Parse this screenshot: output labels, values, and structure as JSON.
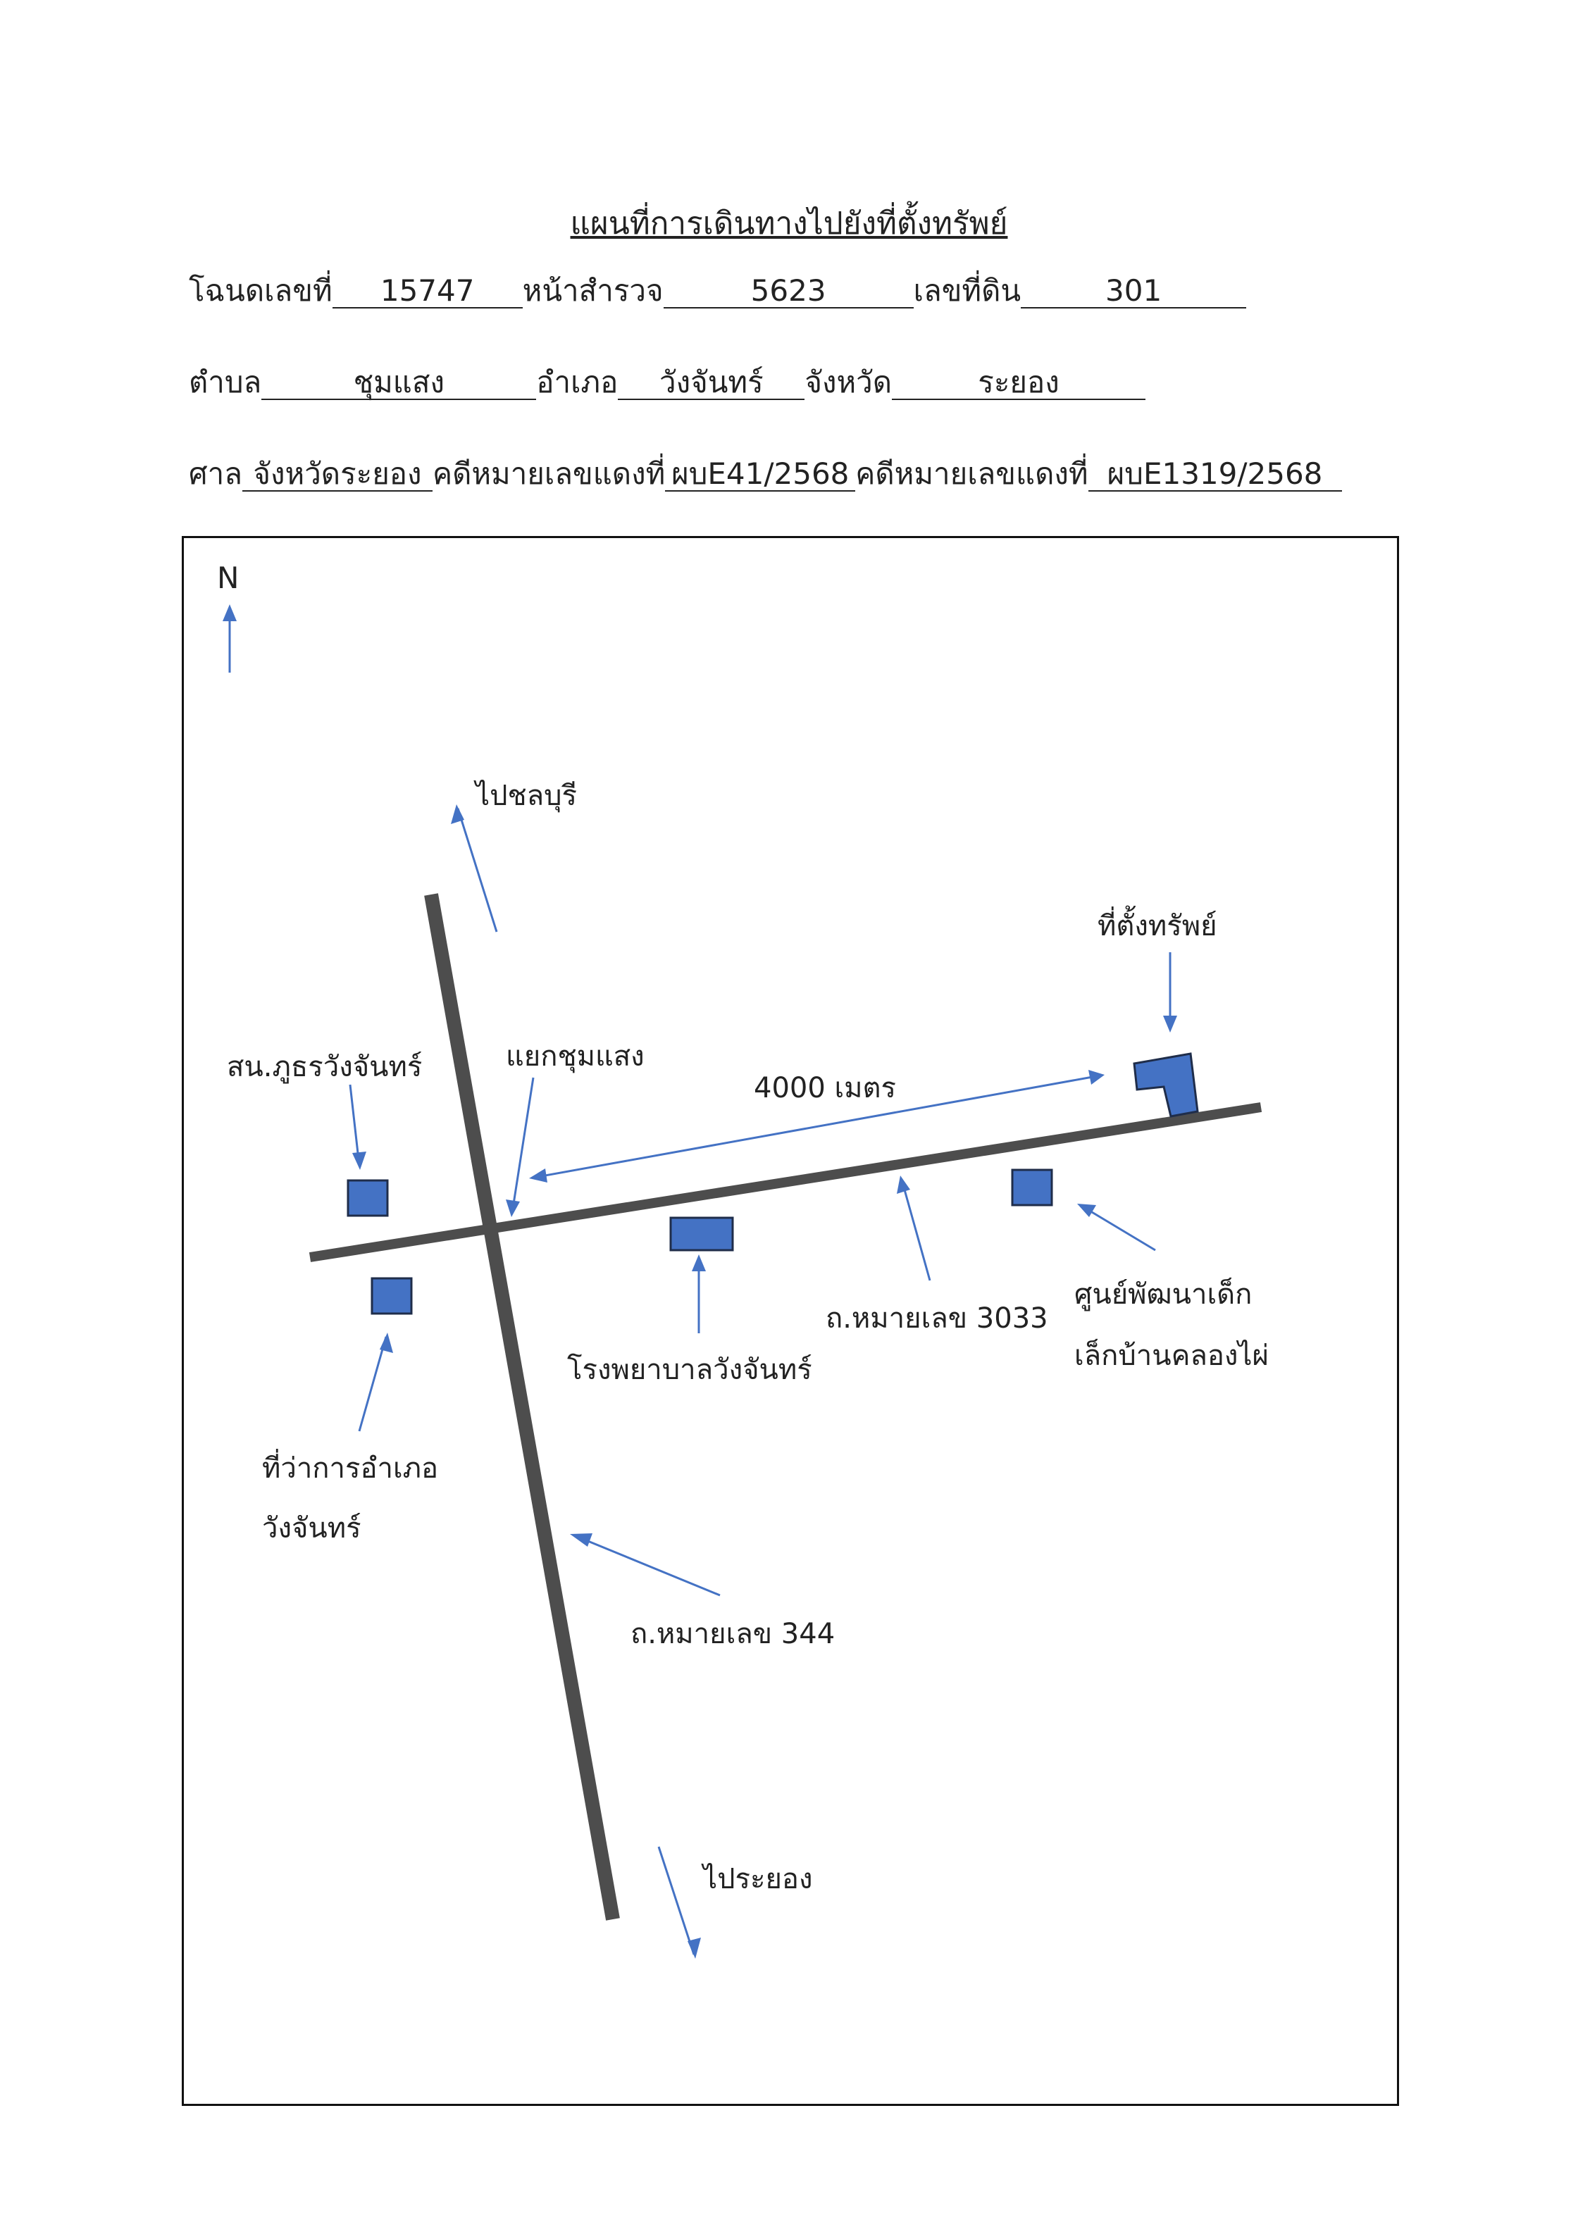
{
  "header": {
    "title": "แผนที่การเดินทางไปยังที่ตั้งทรัพย์",
    "deed_label": "โฉนดเลขที่",
    "deed_no": "15747",
    "survey_label": "หน้าสำรวจ",
    "survey_no": "5623",
    "land_label": "เลขที่ดิน",
    "land_no": "301",
    "subdistrict_label": "ตำบล",
    "subdistrict": "ชุมแสง",
    "district_label": "อำเภอ",
    "district": "วังจันทร์",
    "province_label": "จังหวัด",
    "province": "ระยอง",
    "court_label": "ศาล",
    "court": "จังหวัดระยอง",
    "case_label_1": "คดีหมายเลขแดงที่",
    "case_no_1": "ผบE41/2568",
    "case_label_2": "คดีหมายเลขแดงที่",
    "case_no_2": "ผบE1319/2568"
  },
  "map": {
    "north": "N",
    "to_chonburi": "ไปชลบุรี",
    "to_rayong": "ไประยอง",
    "property_location": "ที่ตั้งทรัพย์",
    "junction": "แยกชุมแสง",
    "distance": "4000 เมตร",
    "police_station": "สน.ภูธรวังจันทร์",
    "district_office_1": "ที่ว่าการอำเภอ",
    "district_office_2": "วังจันทร์",
    "hospital": "โรงพยาบาลวังจันทร์",
    "road_3033": "ถ.หมายเลข 3033",
    "child_center_1": "ศูนย์พัฒนาเด็ก",
    "child_center_2": "เล็กบ้านคลองไผ่",
    "road_344": "ถ.หมายเลข 344",
    "colors": {
      "road": "#4d4d4d",
      "arrow": "#4472c4",
      "building_fill": "#4472c4",
      "building_stroke": "#1f2d4a"
    }
  }
}
